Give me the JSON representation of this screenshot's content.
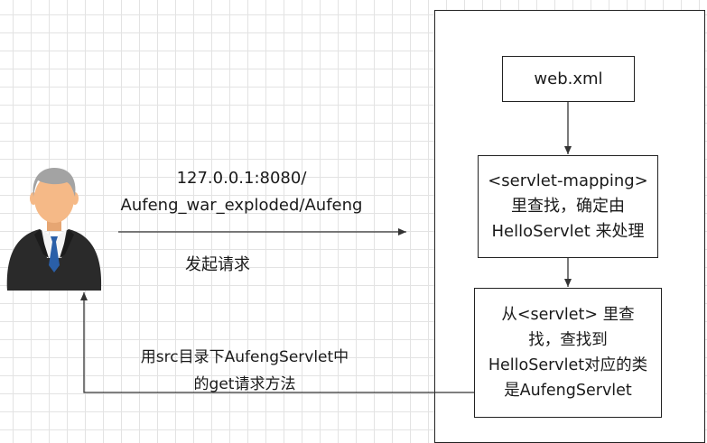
{
  "request": {
    "url_line1": "127.0.0.1:8080/",
    "url_line2": "Aufeng_war_exploded/Aufeng",
    "action": "发起请求"
  },
  "response": {
    "line1": "用src目录下AufengServlet中",
    "line2": "的get请求方法"
  },
  "server": {
    "web_xml": "web.xml",
    "mapping_step": {
      "line1": "<servlet-mapping>",
      "line2": "里查找，确定由",
      "line3": "HelloServlet 来处理"
    },
    "servlet_step": {
      "line1": "从<servlet> 里查",
      "line2": "找，查找到",
      "line3": "HelloServlet对应的类",
      "line4": "是AufengServlet"
    }
  },
  "colors": {
    "suit": "#2a2a2a",
    "skin": "#f5b987",
    "hair": "#a3a3a3",
    "tie": "#2a5fa8"
  }
}
